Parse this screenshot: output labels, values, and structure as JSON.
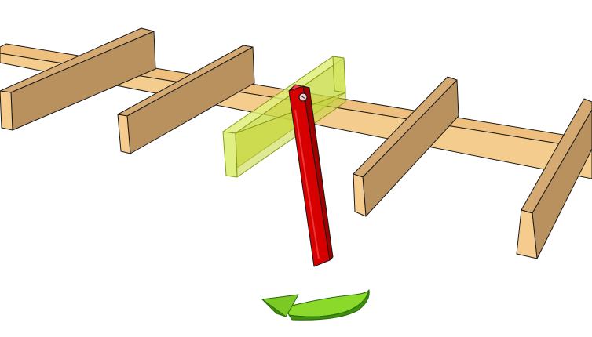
{
  "colors": {
    "background": "#ffffff",
    "wood_top": "#f2c98d",
    "wood_face": "#b8915f",
    "wood_end": "#f5cc8e",
    "wood_shadow": "#a07a4c",
    "edge": "#1a1a1a",
    "ghost_top": "#ddee77",
    "ghost_side": "#ccdd55",
    "ghost_front": "#c4d63a",
    "ghost_end": "#e0ee88",
    "ghost_edge": "#8a9a1a",
    "pointer_front": "#d90000",
    "pointer_side": "#ff3030",
    "pointer_dark": "#990000",
    "arrow_light": "#88dd22",
    "arrow_dark": "#3f8f10",
    "arrow_edge": "#2a6b08"
  },
  "scene": {
    "beam": "long-horizontal-beam",
    "cross_boards": [
      "board-1",
      "board-2",
      "board-4",
      "board-5"
    ],
    "highlighted_board": "board-3-preview",
    "pointer": "red-rotation-handle",
    "rotation_indicator": "green-rotate-arrow-icon"
  }
}
